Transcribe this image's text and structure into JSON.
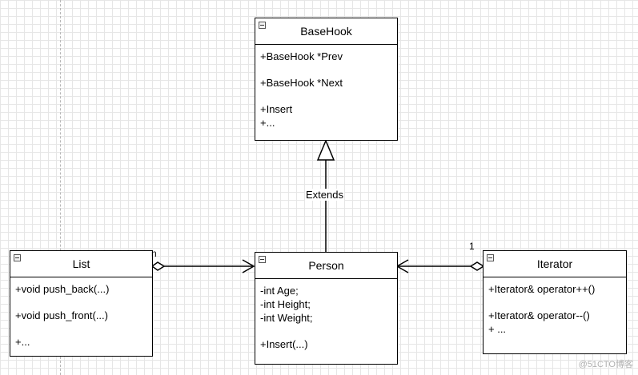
{
  "classes": {
    "basehook": {
      "name": "BaseHook",
      "members": [
        "+BaseHook *Prev",
        "",
        "+BaseHook *Next",
        "",
        "+Insert",
        "+..."
      ]
    },
    "list": {
      "name": "List",
      "members": [
        "+void push_back(...)",
        "",
        "+void push_front(...)",
        "",
        "+..."
      ]
    },
    "person": {
      "name": "Person",
      "members": [
        "-int Age;",
        "-int Height;",
        "-int Weight;",
        "",
        "+Insert(...)"
      ]
    },
    "iterator": {
      "name": "Iterator",
      "members": [
        "+Iterator& operator++()",
        "",
        "+Iterator& operator--()",
        "+ ..."
      ]
    }
  },
  "relations": {
    "extends_label": "Extends",
    "list_multiplicity": "n",
    "iterator_multiplicity": "1"
  },
  "watermark": "@51CTO博客"
}
